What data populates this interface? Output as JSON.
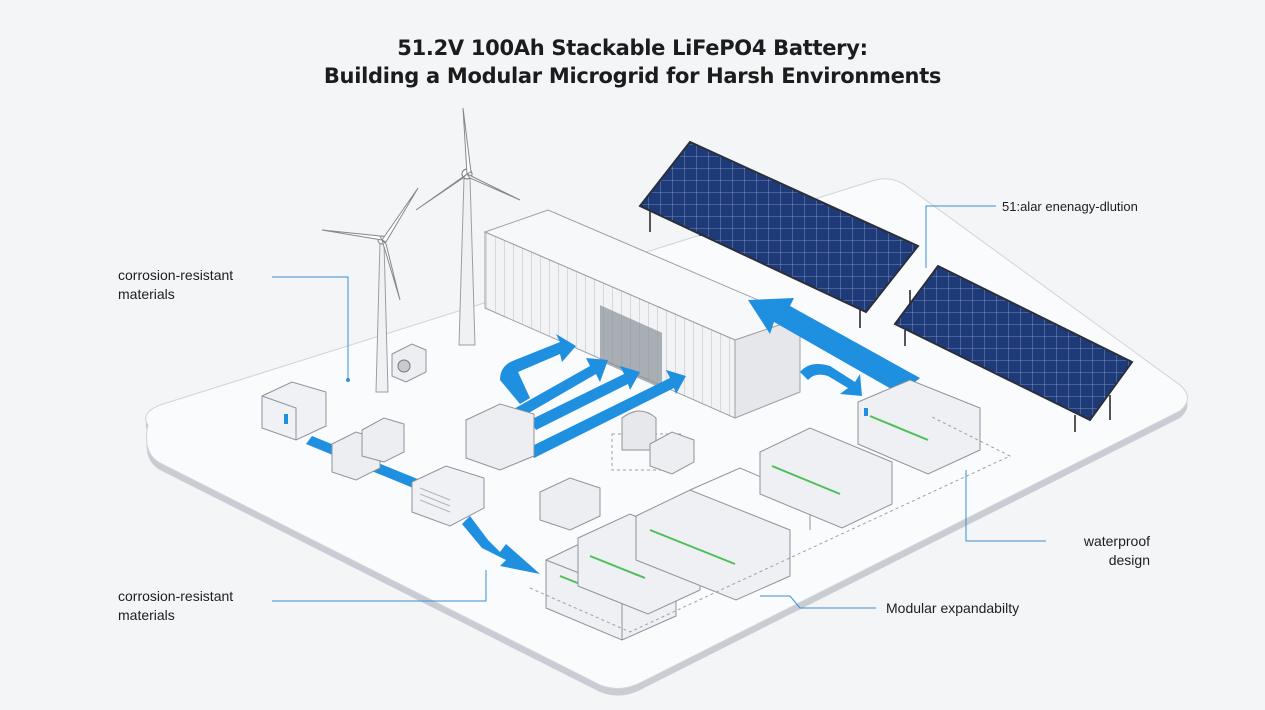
{
  "title": {
    "line1": "51.2V 100Ah Stackable LiFePO4 Battery:",
    "line2": "Building a Modular Microgrid for Harsh Environments"
  },
  "callouts": {
    "corrosion_top": [
      "corrosion-resistant",
      "materials"
    ],
    "corrosion_bottom": [
      "corrosion-resistant",
      "materials"
    ],
    "solar": "51:alar enenagy-dlution",
    "waterproof": [
      "waterproof",
      "design"
    ],
    "modular": "Modular expandabilty"
  },
  "colors": {
    "background": "#f4f5f7",
    "platform": "#f9fafb",
    "flow_arrow": "#1f8fe0",
    "solar_panel": "#1e3a78",
    "callout_line": "#3a8fd6",
    "battery_stripe": "#4cbf58"
  }
}
